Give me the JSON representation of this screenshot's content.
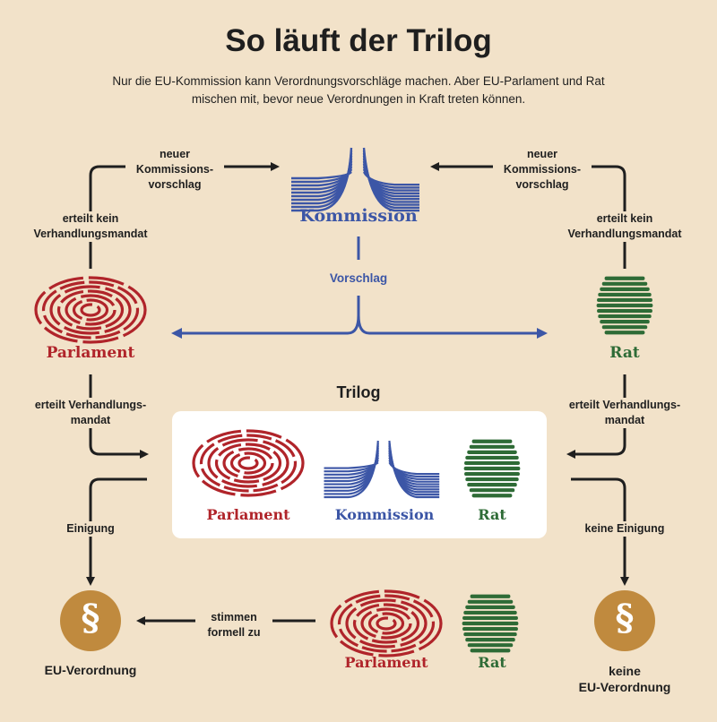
{
  "title": "So läuft der Trilog",
  "subtitle": "Nur die EU-Kommission kann Verordnungsvorschläge machen. Aber EU-Parlament und Rat mischen mit, bevor neue Verordnungen in Kraft treten können.",
  "actors": {
    "kommission": "Kommission",
    "parlament": "Parlament",
    "rat": "Rat"
  },
  "edges": {
    "new_proposal_left": "neuer\nKommissions-\nvorschlag",
    "new_proposal_right": "neuer\nKommissions-\nvorschlag",
    "no_mandate_left": "erteilt kein\nVerhandlungsmandat",
    "no_mandate_right": "erteilt kein\nVerhandlungsmandat",
    "proposal": "Vorschlag",
    "mandate_left": "erteilt Verhandlungs-\nmandat",
    "mandate_right": "erteilt Verhandlungs-\nmandat",
    "agreement": "Einigung",
    "no_agreement": "keine Einigung",
    "formal_approval": "stimmen\nformell zu"
  },
  "trilog": {
    "title": "Trilog",
    "parlament": "Parlament",
    "kommission": "Kommission",
    "rat": "Rat"
  },
  "outcomes": {
    "regulation": "EU-Verordnung",
    "no_regulation": "keine\nEU-Verordnung",
    "paragraph_symbol": "§"
  },
  "colors": {
    "background": "#f2e2c9",
    "parlament": "#b0242a",
    "kommission": "#3c56a6",
    "rat": "#2e6b36",
    "outcome_circle": "#c08a3e",
    "arrow": "#1f1f1f"
  },
  "icons": {
    "parlament": "parliament-hemicycle-icon",
    "kommission": "berlaymont-building-icon",
    "rat": "council-barrel-icon",
    "regulation": "paragraph-icon",
    "no_regulation": "crossed-paragraph-icon"
  }
}
